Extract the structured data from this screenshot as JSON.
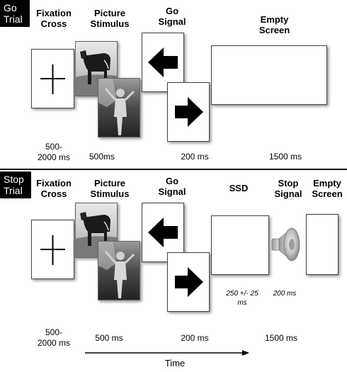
{
  "go_trial": {
    "tag": "Go\nTrial",
    "headers": {
      "fixation": "Fixation\nCross",
      "picture": "Picture\nStimulus",
      "go_signal": "Go\nSignal",
      "empty": "Empty\nScreen"
    },
    "timings": {
      "fixation": "500-\n2000 ms",
      "picture": "500ms",
      "go_signal": "200 ms",
      "empty": "1500 ms"
    }
  },
  "stop_trial": {
    "tag": "Stop\nTrial",
    "headers": {
      "fixation": "Fixation\nCross",
      "picture": "Picture\nStimulus",
      "go_signal": "Go\nSignal",
      "ssd": "SSD",
      "stop_signal": "Stop\nSignal",
      "empty": "Empty\nScreen"
    },
    "timings": {
      "fixation": "500-\n2000 ms",
      "picture": "500 ms",
      "go_signal": "200 ms",
      "ssd": "250 +/- 25\nms",
      "stop_signal": "200 ms",
      "empty": "1500 ms"
    }
  },
  "time_axis": {
    "label": "Time"
  },
  "colors": {
    "tag_bg": "#000000",
    "card_border": "#444444",
    "background": "#ffffff"
  },
  "icons": [
    "fixation-cross-icon",
    "cow-photo",
    "person-photo",
    "left-arrow-icon",
    "right-arrow-icon",
    "speaker-icon"
  ]
}
